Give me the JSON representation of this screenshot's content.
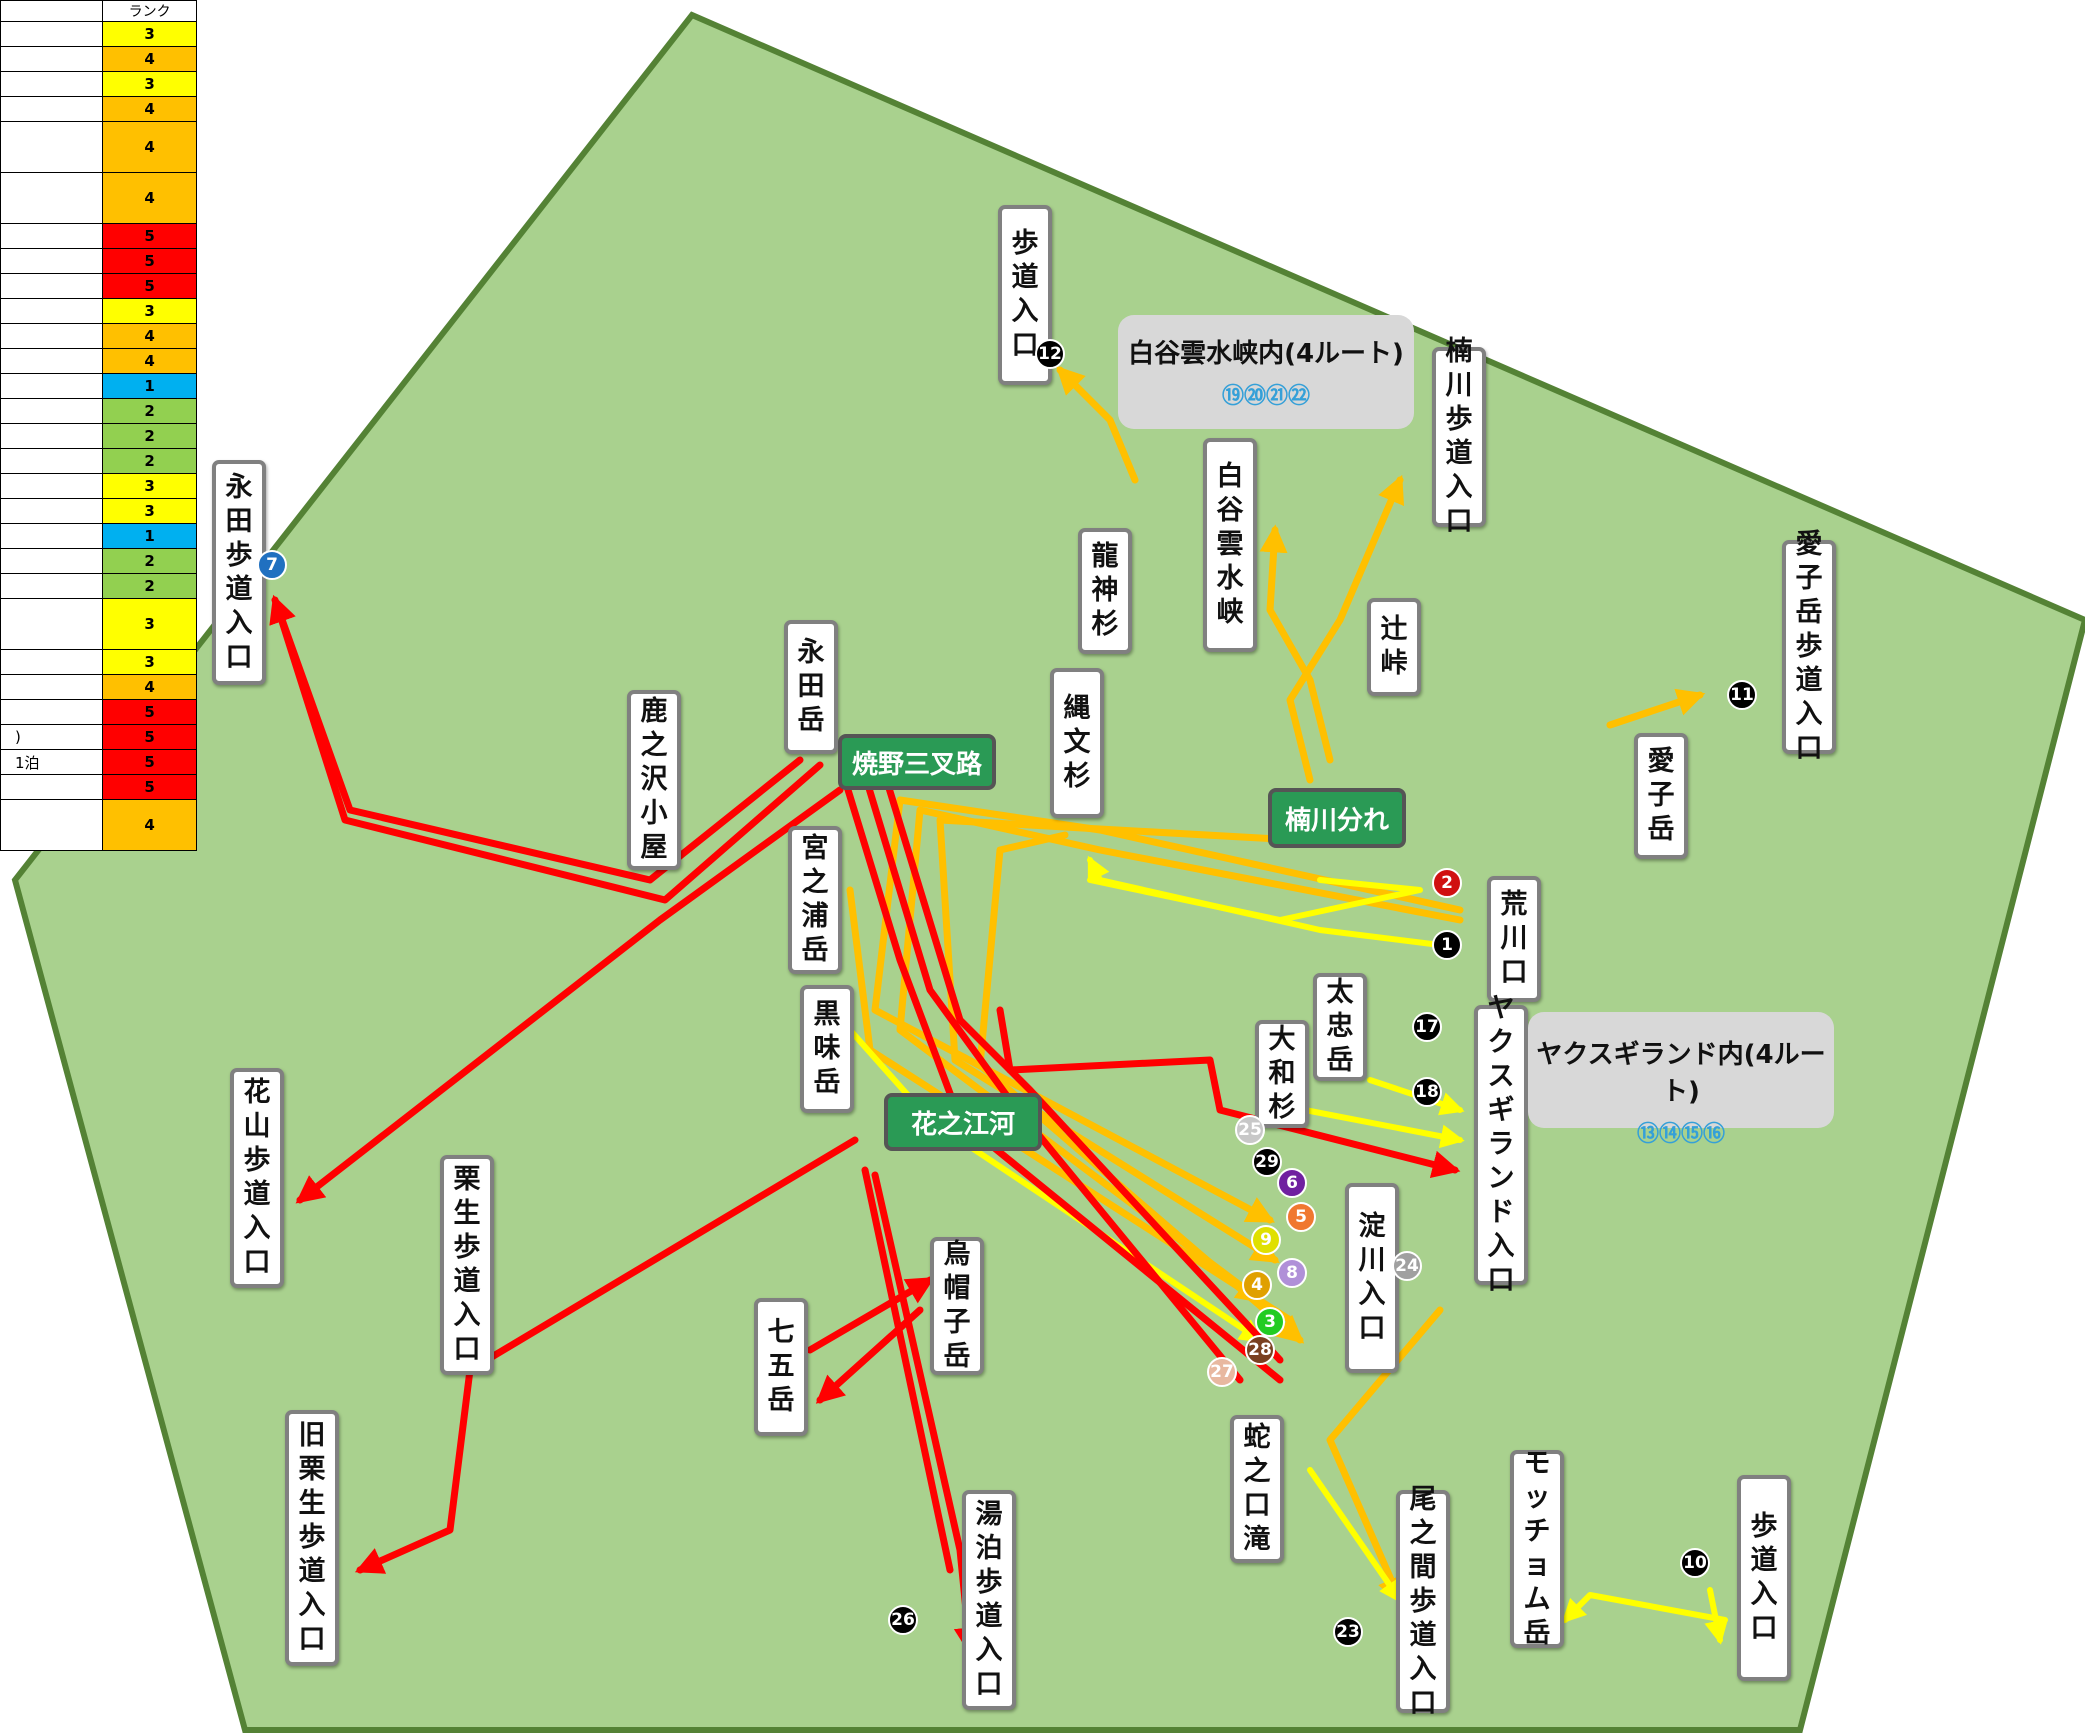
{
  "rank_table": {
    "header": "ランク",
    "rows": [
      {
        "name": "",
        "rank": "3",
        "color": "#ffff00"
      },
      {
        "name": "",
        "rank": "4",
        "color": "#ffc000"
      },
      {
        "name": "",
        "rank": "3",
        "color": "#ffff00"
      },
      {
        "name": "",
        "rank": "4",
        "color": "#ffc000"
      },
      {
        "name": "",
        "rank": "4",
        "color": "#ffc000",
        "tall": true
      },
      {
        "name": "",
        "rank": "4",
        "color": "#ffc000",
        "tall": true
      },
      {
        "name": "",
        "rank": "5",
        "color": "#ff0000"
      },
      {
        "name": "",
        "rank": "5",
        "color": "#ff0000"
      },
      {
        "name": "",
        "rank": "5",
        "color": "#ff0000"
      },
      {
        "name": "",
        "rank": "3",
        "color": "#ffff00"
      },
      {
        "name": "",
        "rank": "4",
        "color": "#ffc000"
      },
      {
        "name": "",
        "rank": "4",
        "color": "#ffc000"
      },
      {
        "name": "",
        "rank": "1",
        "color": "#00b0f0"
      },
      {
        "name": "",
        "rank": "2",
        "color": "#92d050"
      },
      {
        "name": "",
        "rank": "2",
        "color": "#92d050"
      },
      {
        "name": "",
        "rank": "2",
        "color": "#92d050"
      },
      {
        "name": "",
        "rank": "3",
        "color": "#ffff00"
      },
      {
        "name": "",
        "rank": "3",
        "color": "#ffff00"
      },
      {
        "name": "",
        "rank": "1",
        "color": "#00b0f0"
      },
      {
        "name": "",
        "rank": "2",
        "color": "#92d050"
      },
      {
        "name": "",
        "rank": "2",
        "color": "#92d050"
      },
      {
        "name": "",
        "rank": "3",
        "color": "#ffff00",
        "tall": true
      },
      {
        "name": "",
        "rank": "3",
        "color": "#ffff00"
      },
      {
        "name": "",
        "rank": "4",
        "color": "#ffc000"
      },
      {
        "name": "",
        "rank": "5",
        "color": "#ff0000"
      },
      {
        "name": ")",
        "rank": "5",
        "color": "#ff0000"
      },
      {
        "name": "1泊",
        "rank": "5",
        "color": "#ff0000"
      },
      {
        "name": "",
        "rank": "5",
        "color": "#ff0000"
      },
      {
        "name": "",
        "rank": "4",
        "color": "#ffc000",
        "tall": true
      }
    ]
  },
  "places": {
    "hodo_iriguchi_12": "歩道入口",
    "ryujin_sugi": "龍神杉",
    "shiratani": "白谷雲水峡",
    "kusugawa_hodo": "楠川歩道入口",
    "tsuji_toge": "辻峠",
    "aikodake_hodo": "愛子岳歩道入口",
    "aikodake": "愛子岳",
    "nagata_hodo": "永田歩道入口",
    "nagatadake": "永田岳",
    "shikanosawa": "鹿之沢小屋",
    "jomon_sugi": "縄文杉",
    "miyanouradake": "宮之浦岳",
    "kuromidake": "黒味岳",
    "arakawaguchi": "荒川口",
    "taichudake": "太忠岳",
    "yamato_sugi": "大和杉",
    "yakusugiland": "ヤクスギランド入口",
    "hanayama_hodo": "花山歩道入口",
    "kuriohodo": "栗生歩道入口",
    "kyu_kurio": "旧栗生歩道入口",
    "eboshidake": "烏帽子岳",
    "shichigodake": "七五岳",
    "yudomari": "湯泊歩道入口",
    "yodogawa": "淀川入口",
    "janokuchi": "蛇之口滝",
    "onoaida": "尾之間歩道入口",
    "mocchomudake": "モッチョム岳",
    "hodo_iriguchi_10": "歩道入口"
  },
  "junctions": {
    "yakeno": "焼野三叉路",
    "kusugawa_wakare": "楠川分れ",
    "hananoego": "花之江河"
  },
  "info_boxes": {
    "shiratani_title": "白谷雲水峡内(4ルート)",
    "shiratani_nums": "⑲⑳㉑㉒",
    "yakusugi_title": "ヤクスギランド内(4ルート)",
    "yakusugi_nums": "⑬⑭⑮⑯"
  },
  "badges": [
    {
      "id": "b1",
      "text": "1",
      "color": "#000000"
    },
    {
      "id": "b2",
      "text": "2",
      "color": "#d01010"
    },
    {
      "id": "b3",
      "text": "3",
      "color": "#22cc22"
    },
    {
      "id": "b4",
      "text": "4",
      "color": "#e0a000"
    },
    {
      "id": "b5",
      "text": "5",
      "color": "#f07830"
    },
    {
      "id": "b6",
      "text": "6",
      "color": "#7020a0"
    },
    {
      "id": "b7",
      "text": "7",
      "color": "#2070c0"
    },
    {
      "id": "b8",
      "text": "8",
      "color": "#b090d8"
    },
    {
      "id": "b9",
      "text": "9",
      "color": "#e0e000"
    },
    {
      "id": "b10",
      "text": "10",
      "color": "#000000"
    },
    {
      "id": "b11",
      "text": "11",
      "color": "#000000"
    },
    {
      "id": "b12",
      "text": "12",
      "color": "#000000"
    },
    {
      "id": "b17",
      "text": "17",
      "color": "#000000"
    },
    {
      "id": "b18",
      "text": "18",
      "color": "#000000"
    },
    {
      "id": "b23",
      "text": "23",
      "color": "#000000"
    },
    {
      "id": "b24",
      "text": "24",
      "color": "#a0a0a0"
    },
    {
      "id": "b25",
      "text": "25",
      "color": "#c8c8c8"
    },
    {
      "id": "b26",
      "text": "26",
      "color": "#000000"
    },
    {
      "id": "b27",
      "text": "27",
      "color": "#e8b8a0"
    },
    {
      "id": "b28",
      "text": "28",
      "color": "#7a4020"
    },
    {
      "id": "b29",
      "text": "29",
      "color": "#000000"
    }
  ],
  "route_colors": {
    "rank1": "#00b0f0",
    "rank2": "#92d050",
    "rank3": "#ffff00",
    "rank4": "#ffc000",
    "rank5": "#ff0000"
  },
  "map_colors": {
    "area_fill": "#a9d18e",
    "area_border": "#548235"
  }
}
